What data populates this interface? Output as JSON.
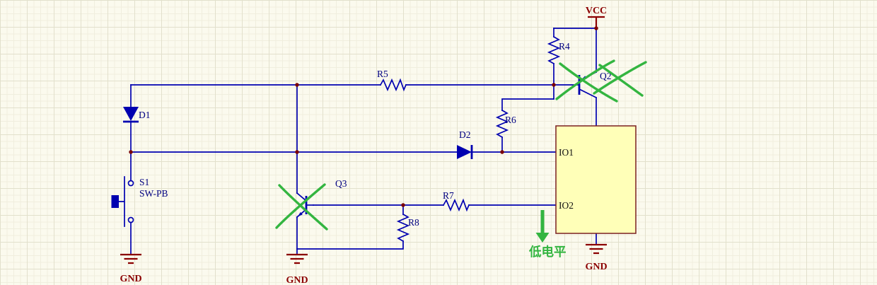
{
  "colors": {
    "bg": "#fbfaee",
    "grid_minor": "#f0eede",
    "grid_major": "#e2e0cc",
    "wire": "#0000b0",
    "junction": "#7a0000",
    "power": "#8b0000",
    "designator": "#000080",
    "ic_fill": "#ffffb8",
    "ic_border": "#7a2020",
    "annotation": "#33b540"
  },
  "power": {
    "vcc": "VCC",
    "gnd_left": "GND",
    "gnd_middle": "GND",
    "gnd_right": "GND"
  },
  "designators": {
    "d1": "D1",
    "s1": "S1",
    "s1_type": "SW-PB",
    "d2": "D2",
    "q2": "Q2",
    "q3": "Q3",
    "r4": "R4",
    "r5": "R5",
    "r6": "R6",
    "r7": "R7",
    "r8": "R8"
  },
  "ic": {
    "pin_io1": "IO1",
    "pin_io2": "IO2"
  },
  "annotation": {
    "low_level": "低电平"
  }
}
